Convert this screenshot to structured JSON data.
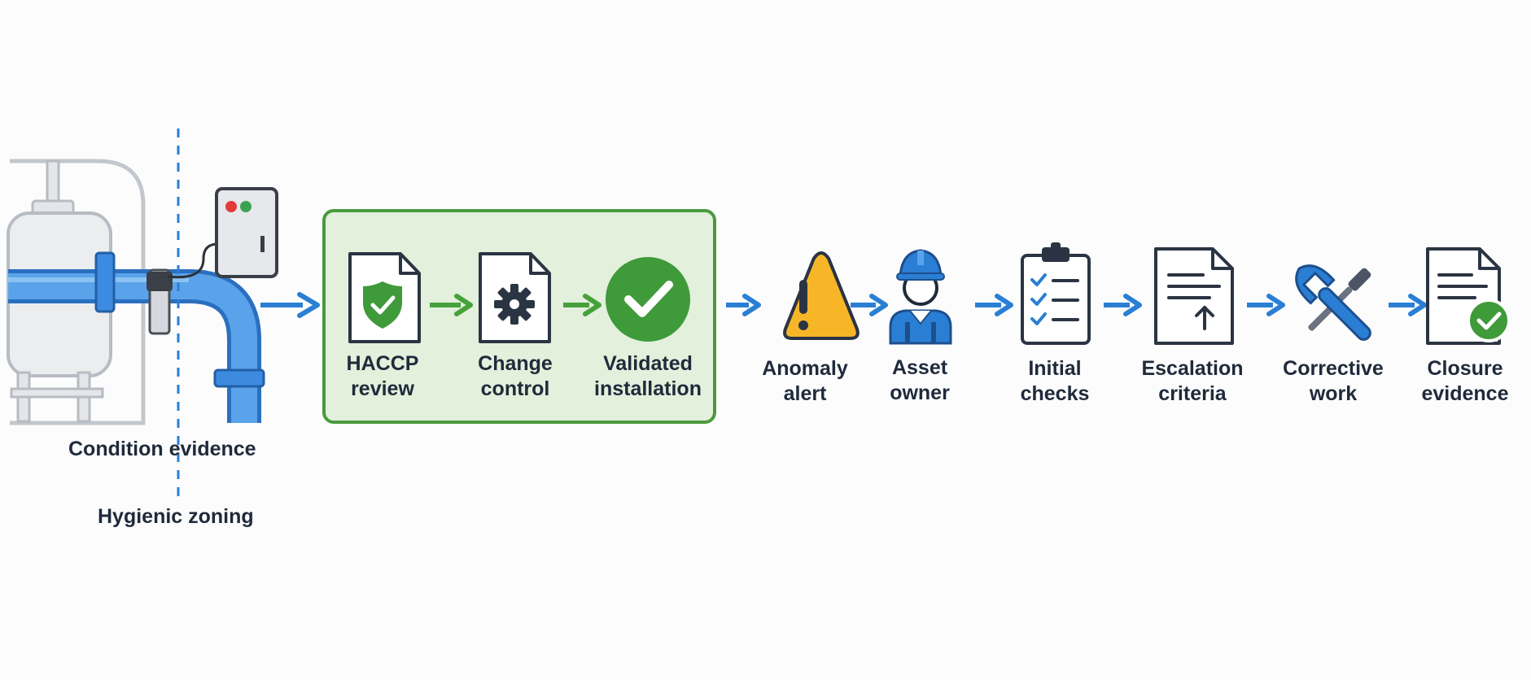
{
  "colors": {
    "blue": "#2a7fd4",
    "green": "#3f9a3a",
    "panel_fill": "#e2f0dc",
    "dark": "#2b3442",
    "amber": "#f6b627",
    "gray": "#b9bfc6"
  },
  "equipment": {
    "condition_label": "Condition evidence",
    "zoning_label": "Hygienic zoning"
  },
  "panel_steps": [
    {
      "icon": "shield-document-icon",
      "line1": "HACCP",
      "line2": "review"
    },
    {
      "icon": "gear-document-icon",
      "line1": "Change",
      "line2": "control"
    },
    {
      "icon": "checkmark-circle-icon",
      "line1": "Validated",
      "line2": "installation"
    }
  ],
  "flow_steps": [
    {
      "icon": "warning-triangle-icon",
      "line1": "Anomaly",
      "line2": "alert"
    },
    {
      "icon": "worker-hardhat-icon",
      "line1": "Asset",
      "line2": "owner"
    },
    {
      "icon": "clipboard-checklist-icon",
      "line1": "Initial",
      "line2": "checks"
    },
    {
      "icon": "escalation-document-icon",
      "line1": "Escalation",
      "line2": "criteria"
    },
    {
      "icon": "wrench-screwdriver-icon",
      "line1": "Corrective",
      "line2": "work"
    },
    {
      "icon": "closure-document-icon",
      "line1": "Closure",
      "line2": "evidence"
    }
  ]
}
